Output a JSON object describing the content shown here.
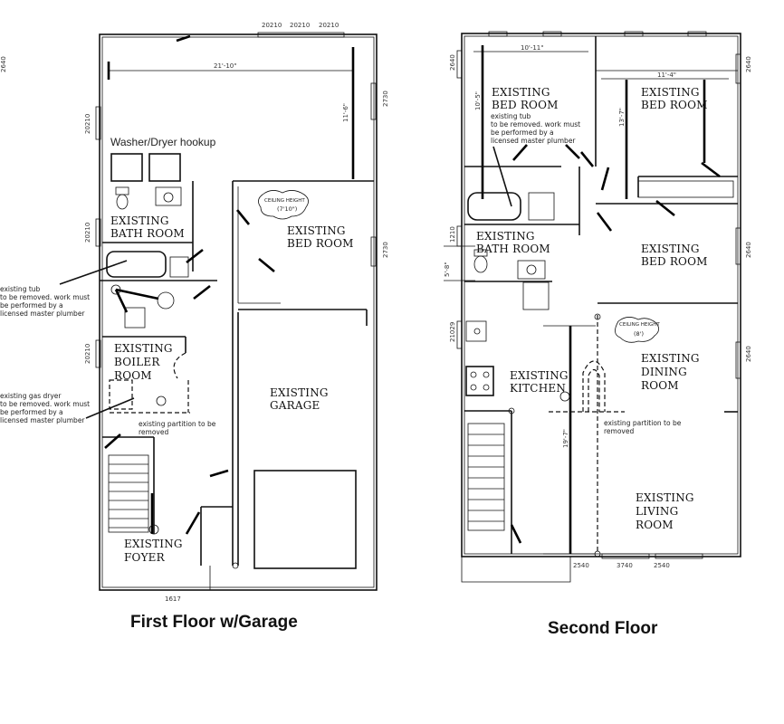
{
  "first_floor": {
    "caption": "First Floor w/Garage",
    "top_labels": [
      "20210",
      "20210",
      "20210"
    ],
    "dim_width": "21'-10\"",
    "dim_height": "11'-6\"",
    "washer_dryer": "Washer/Dryer hookup",
    "ceiling_height": "CEILING HEIGHT",
    "ceiling_value": "(7'10\")",
    "rooms": {
      "bath": [
        "EXISTING",
        "BATH ROOM"
      ],
      "bed": [
        "EXISTING",
        "BED ROOM"
      ],
      "boiler": [
        "EXISTING",
        "BOILER",
        "ROOM"
      ],
      "garage": [
        "EXISTING",
        "GARAGE"
      ],
      "foyer": [
        "EXISTING",
        "FOYER"
      ]
    },
    "note_tub": [
      "existing tub",
      "to be removed. work must",
      "be performed by a",
      "licensed master plumber"
    ],
    "note_dryer": [
      "existing gas dryer",
      "to be removed. work must",
      "be performed by a",
      "licensed master plumber"
    ],
    "note_partition": [
      "existing partition to be",
      "removed"
    ],
    "side_labels": [
      "20210",
      "2640",
      "20210",
      "20210",
      "2730",
      "2730",
      "1617"
    ]
  },
  "second_floor": {
    "caption": "Second Floor",
    "dim_left": "10'-11\"",
    "dim_right": "11'-4\"",
    "dim_v1": "10'-5\"",
    "dim_v2": "13'-7\"",
    "dim_v3": "5'-8\"",
    "dim_v4": "19'-7\"",
    "ceiling_height": "CEILING HEIGHT",
    "ceiling_value": "(8')",
    "rooms": {
      "bed1": [
        "EXISTING",
        "BED ROOM"
      ],
      "bed2": [
        "EXISTING",
        "BED ROOM"
      ],
      "bed3": [
        "EXISTING",
        "BED ROOM"
      ],
      "bath": [
        "EXISTING",
        "BATH ROOM"
      ],
      "kitchen": [
        "EXISTING",
        "KITCHEN"
      ],
      "dining": [
        "EXISTING",
        "DINING",
        "ROOM"
      ],
      "living": [
        "EXISTING",
        "LIVING",
        "ROOM"
      ]
    },
    "note_tub": [
      "existing tub",
      "to be removed. work must",
      "be performed by a",
      "licensed master plumber"
    ],
    "note_partition": [
      "existing partition to be",
      "removed"
    ],
    "side_labels": [
      "2640",
      "2640",
      "2640",
      "2640",
      "1210",
      "21029"
    ],
    "bottom_labels": [
      "2540",
      "3740",
      "2540"
    ]
  }
}
